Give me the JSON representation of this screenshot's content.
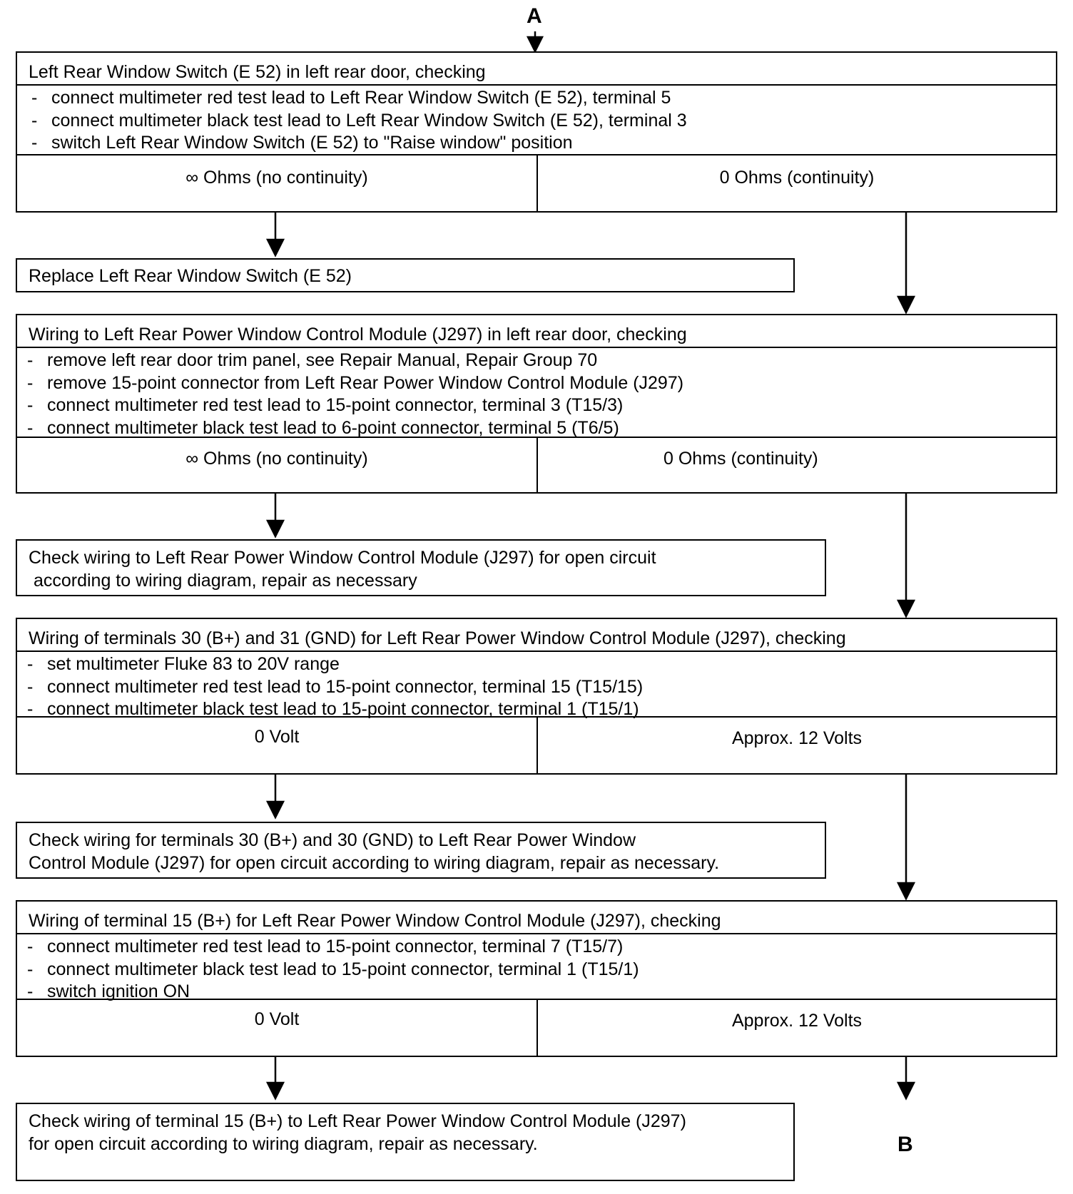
{
  "entry_label": "A",
  "exit_label": "B",
  "check1": {
    "title": "Left Rear Window Switch (E 52) in left rear door, checking",
    "steps": [
      "connect multimeter red test lead to Left Rear Window Switch (E 52), terminal 5",
      "connect multimeter black test lead to Left Rear Window Switch (E 52), terminal 3",
      "switch Left Rear Window Switch (E 52) to \"Raise window\" position"
    ],
    "result_fail": "∞ Ohms  (no continuity)",
    "result_ok": "0 Ohms  (continuity)"
  },
  "action1": {
    "lines": [
      "Replace Left Rear Window Switch (E 52)"
    ]
  },
  "check2": {
    "title": "Wiring to Left Rear Power Window Control Module (J297) in left rear door, checking",
    "steps": [
      "remove left rear door trim panel, see Repair Manual, Repair Group 70",
      "remove 15-point connector from  Left Rear Power Window Control Module (J297)",
      "connect multimeter red test lead to 15-point connector,  terminal 3 (T15/3)",
      "connect multimeter black test lead to 6-point connector,  terminal 5 (T6/5)"
    ],
    "result_fail": "∞ Ohms  (no continuity)",
    "result_ok": "0 Ohms  (continuity)"
  },
  "action2": {
    "lines": [
      "Check wiring to Left Rear Power Window Control Module (J297) for open circuit",
      " according to wiring diagram, repair as necessary"
    ]
  },
  "check3": {
    "title": "Wiring of terminals 30 (B+) and 31 (GND) for Left Rear Power Window Control Module (J297), checking",
    "steps": [
      "set multimeter Fluke 83 to 20V range",
      "connect multimeter red test lead to 15-point connector,  terminal 15 (T15/15)",
      "connect multimeter black test lead to 15-point connector, terminal 1 (T15/1)"
    ],
    "result_fail": "0 Volt",
    "result_ok": "Approx. 12 Volts"
  },
  "action3": {
    "lines": [
      "Check wiring for terminals 30 (B+) and 30 (GND) to Left Rear Power Window",
      "Control Module (J297) for open circuit according to wiring diagram, repair as necessary."
    ]
  },
  "check4": {
    "title": "Wiring of terminal 15 (B+) for Left Rear Power Window Control Module (J297), checking",
    "steps": [
      "connect multimeter red test lead to 15-point connector,  terminal 7 (T15/7)",
      "connect multimeter black test lead to 15-point connector,  terminal 1 (T15/1)",
      "switch ignition ON"
    ],
    "result_fail": "0 Volt",
    "result_ok": "Approx. 12 Volts"
  },
  "action4": {
    "lines": [
      "Check wiring of terminal 15 (B+) to Left Rear Power Window Control Module (J297)",
      "for open circuit  according to wiring diagram,  repair as necessary."
    ]
  }
}
